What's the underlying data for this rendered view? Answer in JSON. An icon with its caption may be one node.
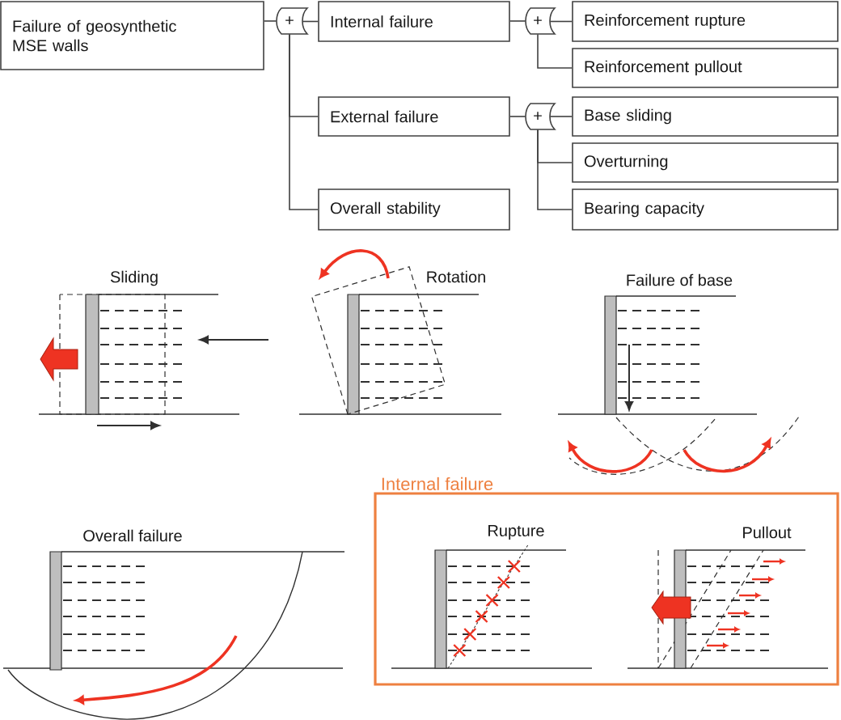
{
  "diagram": {
    "nodes": [
      {
        "text": [
          "Failure of geosynthetic MSE walls"
        ]
      },
      {
        "text": [
          "+"
        ]
      },
      {
        "text": [
          "Internal failure"
        ]
      },
      {
        "text": [
          "+"
        ]
      },
      {
        "text": [
          "Reinforcement rupture"
        ]
      },
      {
        "text": [
          "Reinforcement pullout"
        ]
      },
      {
        "text": [
          "External failure"
        ]
      },
      {
        "text": [
          "+"
        ]
      },
      {
        "text": [
          "Base sliding"
        ]
      },
      {
        "text": [
          "Overturning"
        ]
      },
      {
        "text": [
          "Bearing capacity"
        ]
      },
      {
        "text": [
          "Overall stability"
        ]
      },
      {
        "text": [
          "Internal failure"
        ]
      }
    ],
    "edges": [
      {
        "from": 0,
        "to": 1,
        "arrow": "none"
      },
      {
        "from": 1,
        "to": 2,
        "arrow": "none"
      },
      {
        "from": 1,
        "to": 6,
        "arrow": "none"
      },
      {
        "from": 1,
        "to": 11,
        "arrow": "none"
      },
      {
        "from": 2,
        "to": 3,
        "arrow": "none"
      },
      {
        "from": 3,
        "to": 4,
        "arrow": "none"
      },
      {
        "from": 3,
        "to": 5,
        "arrow": "none"
      },
      {
        "from": 6,
        "to": 7,
        "arrow": "none"
      },
      {
        "from": 7,
        "to": 8,
        "arrow": "none"
      },
      {
        "from": 7,
        "to": 9,
        "arrow": "none"
      },
      {
        "from": 7,
        "to": 10,
        "arrow": "none"
      }
    ],
    "labels": [
      "Sliding",
      "Rotation",
      "Failure of base",
      "Overall failure",
      "Rupture",
      "Pullout"
    ]
  }
}
